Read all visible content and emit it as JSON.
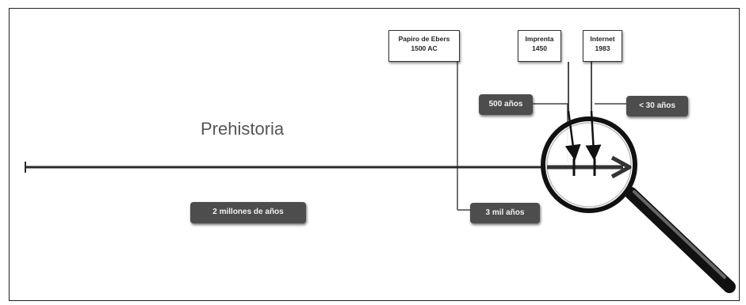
{
  "era_label": "Prehistoria",
  "events": {
    "papiro": {
      "line1": "Papiro de Ebers",
      "line2": "1500 AC"
    },
    "imprenta": {
      "line1": "Imprenta",
      "line2": "1450"
    },
    "internet": {
      "line1": "Internet",
      "line2": "1983"
    }
  },
  "durations": {
    "millones": "2 millones de años",
    "tres_mil": "3 mil años",
    "quinientos": "500 años",
    "treinta": "< 30 años"
  },
  "icons": {
    "magnifier": "magnifying-glass-icon"
  },
  "colors": {
    "timeline": "#2b2b2b",
    "label_bg": "#4d4d4d",
    "label_text": "#f2f2f2"
  }
}
